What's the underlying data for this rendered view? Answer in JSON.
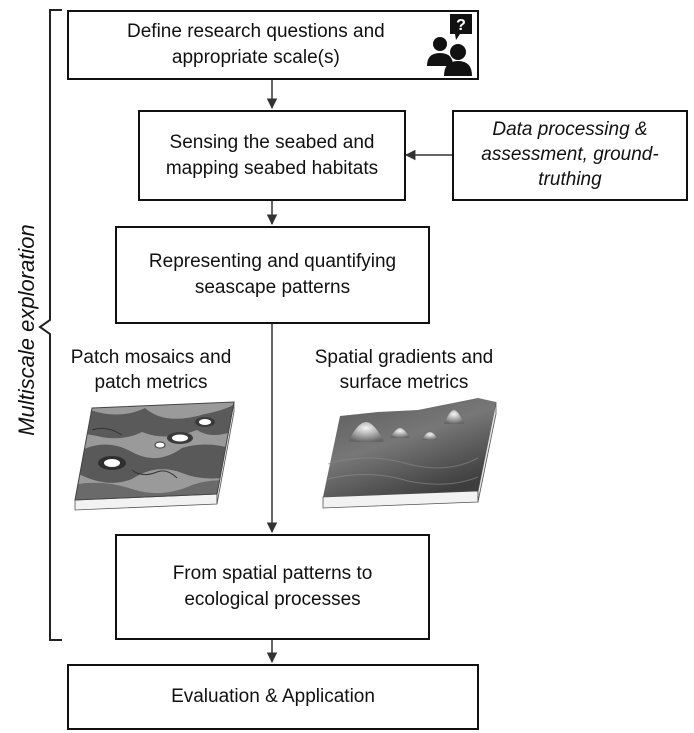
{
  "side_label": "Multiscale  exploration",
  "steps": {
    "define": {
      "line1": "Define research questions and",
      "line2": "appropriate scale(s)"
    },
    "sensing": {
      "line1": "Sensing the seabed and",
      "line2": "mapping seabed habitats"
    },
    "data": {
      "line1": "Data processing &",
      "line2": "assessment, ground-",
      "line3": "truthing"
    },
    "representing": {
      "line1": "Representing and quantifying",
      "line2": "seascape patterns"
    },
    "patterns": {
      "line1": "From spatial patterns to",
      "line2": "ecological processes"
    },
    "evaluation": {
      "line1": "Evaluation & Application"
    }
  },
  "panels": {
    "patch": {
      "line1": "Patch mosaics and",
      "line2": "patch metrics"
    },
    "gradient": {
      "line1": "Spatial gradients and",
      "line2": "surface metrics"
    }
  },
  "icons": {
    "define": "people-question-icon"
  }
}
